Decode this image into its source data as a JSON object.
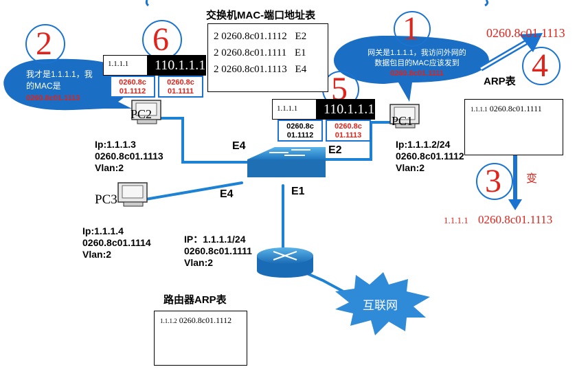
{
  "switch_table": {
    "title": "交换机MAC-端口地址表",
    "rows": [
      {
        "vlan": "2",
        "mac": "0260.8c01.1112",
        "port": "E2"
      },
      {
        "vlan": "2",
        "mac": "0260.8c01.1111",
        "port": "E1"
      },
      {
        "vlan": "2",
        "mac": "0260.8c01.1113",
        "port": "E4"
      }
    ]
  },
  "pc2": {
    "name": "PC2",
    "ip": "Ip:1.1.1.3",
    "mac": "0260.8c01.1113",
    "vlan": "Vlan:2",
    "bubble_text": "我才是1.1.1.1，我的MAC是",
    "bubble_mac": "0260.8c01.1113"
  },
  "pc1": {
    "name": "PC1",
    "ip": "Ip:1.1.1.2/24",
    "mac": "0260.8c01.1112",
    "vlan": "Vlan:2",
    "bubble_text": "网关是1.1.1.1，我访问外网的数据包目的MAC应该发到",
    "bubble_mac": "0260.8c01.1111"
  },
  "pc3": {
    "name": "PC3",
    "ip": "Ip:1.1.1.4",
    "mac": "0260.8c01.1114",
    "vlan": "Vlan:2"
  },
  "router": {
    "ip": "IP：1.1.1.1/24",
    "mac": "0260.8c01.1111",
    "vlan": "Vlan:2"
  },
  "ports": {
    "pc2_side": "E4",
    "pc1_side": "E2",
    "pc3_side": "E4",
    "router_side": "E1"
  },
  "packet_left": {
    "small_ip": "1.1.1.1",
    "big_ip": "110.1.1.1",
    "cell1": "0260.8c 01.1112",
    "cell2": "0260.8c 01.1111"
  },
  "packet_right": {
    "small_ip": "1.1.1.1",
    "big_ip": "110.1.1.1",
    "cell1": "0260.8c 01.1112",
    "cell2": "0260.8c 01.1113"
  },
  "arp_pc1": {
    "title": "ARP表",
    "entry_ip": "1.1.1.1",
    "entry_mac": "0260.8c01.1111"
  },
  "arp_change": {
    "label": "变",
    "ip": "1.1.1.1",
    "mac": "0260.8c01.1113"
  },
  "top_mac": "0260.8c01.1113",
  "router_arp": {
    "title": "路由器ARP表",
    "entry_ip": "1.1.1.2",
    "entry_mac": "0260.8c01.1112"
  },
  "internet_label": "互联网",
  "steps": [
    "1",
    "2",
    "3",
    "4",
    "5",
    "6"
  ],
  "colors": {
    "bubble": "#1a6fc4",
    "accent_red": "#e0231b",
    "link": "#1a73d1",
    "cloud": "#2f8ad8"
  }
}
